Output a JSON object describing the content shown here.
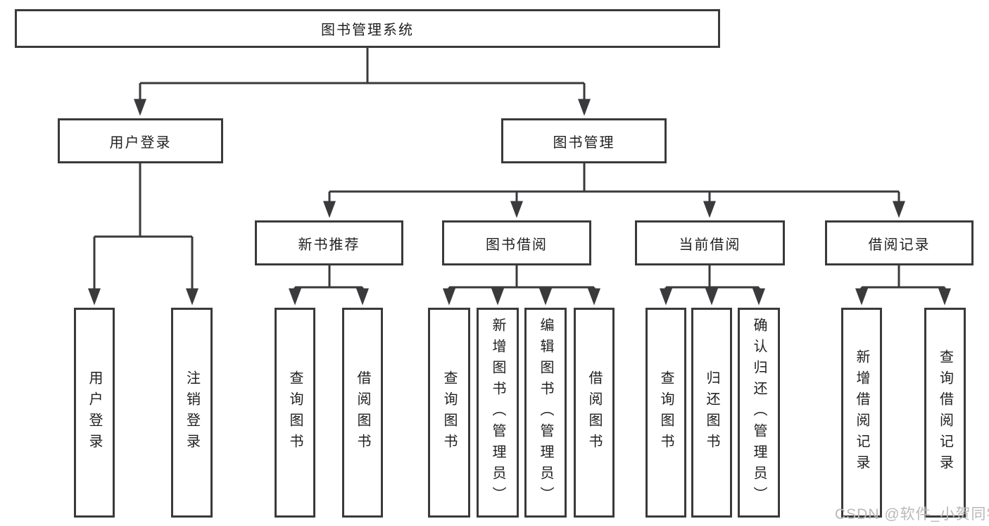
{
  "diagram": {
    "root": {
      "label": "图书管理系统"
    },
    "branches": [
      {
        "label": "用户登录",
        "children": [
          {
            "label": "用户登录"
          },
          {
            "label": "注销登录"
          }
        ]
      },
      {
        "label": "图书管理",
        "children": [
          {
            "label": "新书推荐",
            "children": [
              {
                "label": "查询图书"
              },
              {
                "label": "借阅图书"
              }
            ]
          },
          {
            "label": "图书借阅",
            "children": [
              {
                "label": "查询图书"
              },
              {
                "label": "新增图书（管理员）"
              },
              {
                "label": "编辑图书（管理员）"
              },
              {
                "label": "借阅图书"
              }
            ]
          },
          {
            "label": "当前借阅",
            "children": [
              {
                "label": "查询图书"
              },
              {
                "label": "归还图书"
              },
              {
                "label": "确认归还（管理员）"
              }
            ]
          },
          {
            "label": "借阅记录",
            "children": [
              {
                "label": "新增借阅记录"
              },
              {
                "label": "查询借阅记录"
              }
            ]
          }
        ]
      }
    ]
  },
  "watermark": {
    "text": "CSDN @软件_小贺同学"
  },
  "colors": {
    "line": "#3a3a3c",
    "box_border": "#3a3a3c",
    "box_background": "#ffffff",
    "text": "#1f1f1f",
    "watermark": "#b9b9b9",
    "background": "#ffffff"
  }
}
